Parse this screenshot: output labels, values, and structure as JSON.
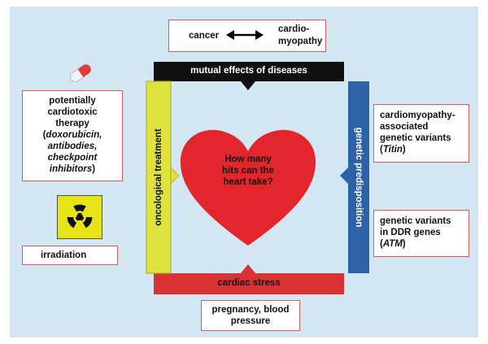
{
  "top": {
    "cancer": "cancer",
    "cardiomyopathy_line1": "cardio-",
    "cardiomyopathy_line2": "myopathy",
    "bar_label": "mutual effects of diseases"
  },
  "left": {
    "bar_label": "oncological treatment",
    "therapy_lines": [
      "potentially",
      "cardiotoxic",
      "therapy"
    ],
    "therapy_paren_open": "(",
    "therapy_items": [
      "doxorubicin,",
      "antibodies,",
      "checkpoint",
      "inhibitors"
    ],
    "therapy_paren_close": ")",
    "irradiation": "irradiation"
  },
  "right": {
    "bar_label": "genetic predisposition",
    "cm_lines": [
      "cardiomyopathy-",
      "associated",
      "genetic variants"
    ],
    "cm_gene": "Titin",
    "ddr_lines": [
      "genetic variants",
      "in DDR genes"
    ],
    "ddr_gene": "ATM"
  },
  "bottom": {
    "bar_label": "cardiac stress",
    "box_line1": "pregnancy, blood",
    "box_line2": "pressure"
  },
  "center": {
    "heart_lines": [
      "How many",
      "hits can the",
      "heart take?"
    ]
  },
  "colors": {
    "background": "#d3e6f4",
    "top_bar": "#111111",
    "left_bar": "#dfe23c",
    "right_bar": "#2e62a8",
    "bottom_bar": "#d93232",
    "heart": "#e2262b",
    "box_border": "#d95a5a",
    "pill_red": "#e03a3a"
  },
  "icons": [
    "pill-icon",
    "radiation-icon",
    "double-arrow-icon",
    "heart-shape"
  ]
}
